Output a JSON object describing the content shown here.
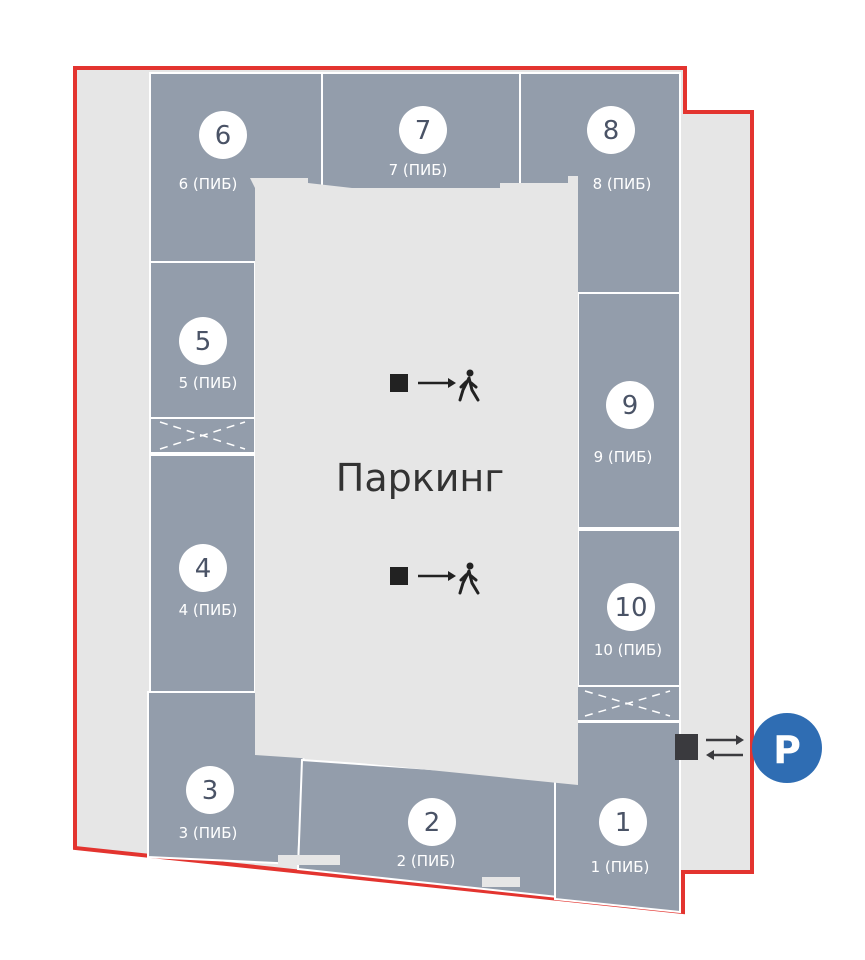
{
  "plan": {
    "parking_label": "Паркинг",
    "parking_sign": "P",
    "colors": {
      "unit": "#939dab",
      "corridor": "#e6e6e6",
      "border": "#e3342f",
      "parking_sign": "#2f6db3"
    },
    "icons": [
      "exit-walk-icon",
      "entry-exit-arrows-icon"
    ],
    "units": [
      {
        "number": "1",
        "label": "1 (ПИБ)"
      },
      {
        "number": "2",
        "label": "2 (ПИБ)"
      },
      {
        "number": "3",
        "label": "3 (ПИБ)"
      },
      {
        "number": "4",
        "label": "4 (ПИБ)"
      },
      {
        "number": "5",
        "label": "5 (ПИБ)"
      },
      {
        "number": "6",
        "label": "6 (ПИБ)"
      },
      {
        "number": "7",
        "label": "7 (ПИБ)"
      },
      {
        "number": "8",
        "label": "8 (ПИБ)"
      },
      {
        "number": "9",
        "label": "9 (ПИБ)"
      },
      {
        "number": "10",
        "label": "10 (ПИБ)"
      }
    ]
  }
}
